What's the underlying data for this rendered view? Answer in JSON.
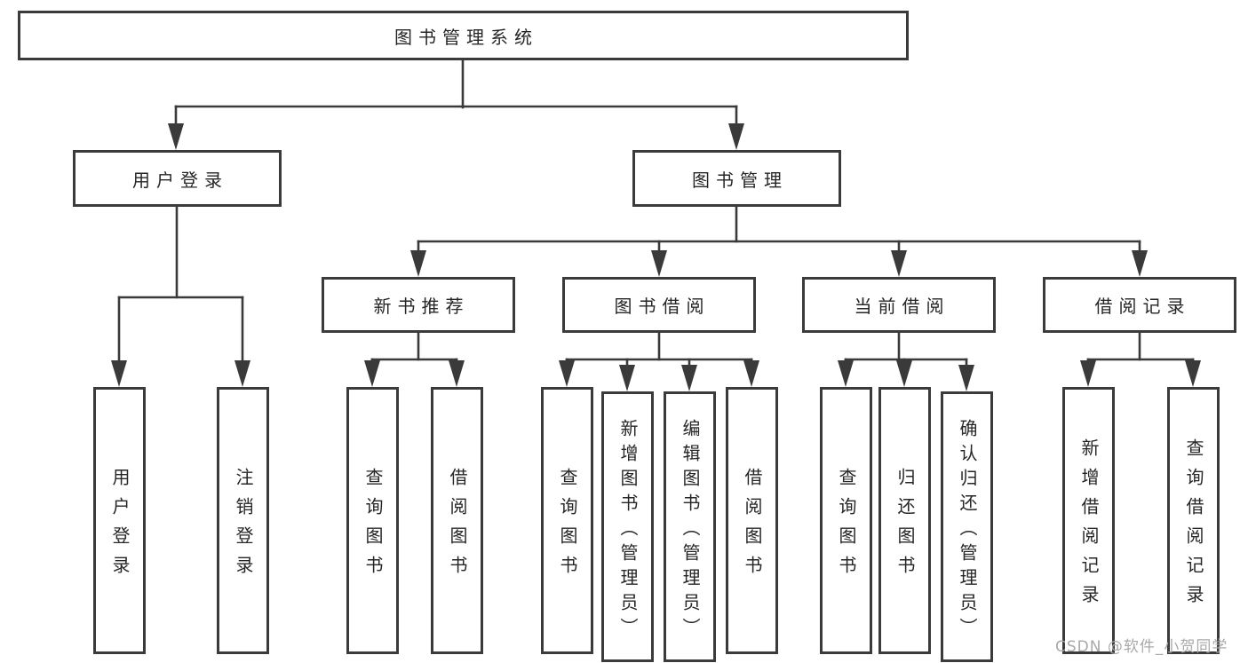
{
  "diagram_title": "图书管理系统",
  "tree": {
    "root": "图书管理系统",
    "branches": [
      {
        "label": "用户登录",
        "children": [
          "用户登录",
          "注销登录"
        ]
      },
      {
        "label": "图书管理",
        "groups": [
          {
            "label": "新书推荐",
            "children": [
              "查询图书",
              "借阅图书"
            ]
          },
          {
            "label": "图书借阅",
            "children": [
              "查询图书",
              "新增图书（管理员）",
              "编辑图书（管理员）",
              "借阅图书"
            ]
          },
          {
            "label": "当前借阅",
            "children": [
              "查询图书",
              "归还图书",
              "确认归还（管理员）"
            ]
          },
          {
            "label": "借阅记录",
            "children": [
              "新增借阅记录",
              "查询借阅记录"
            ]
          }
        ]
      }
    ]
  },
  "watermark": "CSDN @软件_小贺同学",
  "colors": {
    "background": "#ffffff",
    "box_border": "#3b3b3b",
    "connector_line": "#3a3a3a",
    "text": "#262626",
    "watermark_text": "#a9a9a9"
  }
}
